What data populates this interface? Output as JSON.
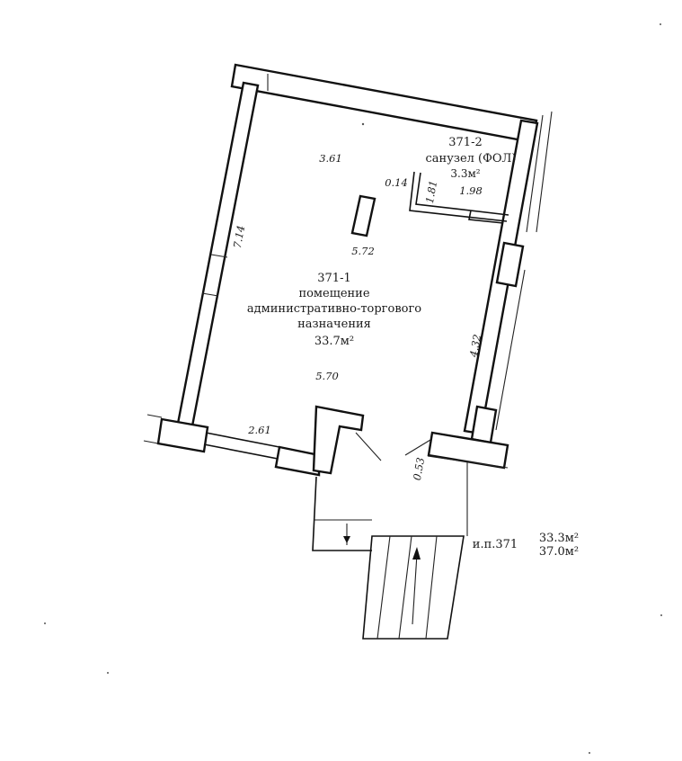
{
  "rooms": {
    "room_2": {
      "id": "371-2",
      "name": "санузел (ФОЛ)",
      "area": "3.3м²"
    },
    "room_1": {
      "id": "371-1",
      "line1": "помещение",
      "line2": "административно-торгового",
      "line3": "назначения",
      "area": "33.7м²"
    }
  },
  "dimensions": {
    "top_wall": "3.61",
    "left_wall": "7.14",
    "wc_thickness": "0.14",
    "wc_depth": "1.81",
    "wc_width": "1.98",
    "column": "5.72",
    "room_width": "5.70",
    "right_wall": "4.32",
    "window_bottom": "2.61",
    "entrance": "0.53"
  },
  "summary": {
    "label": "и.п.371",
    "area_1": "33.3м²",
    "area_2": "37.0м²"
  }
}
